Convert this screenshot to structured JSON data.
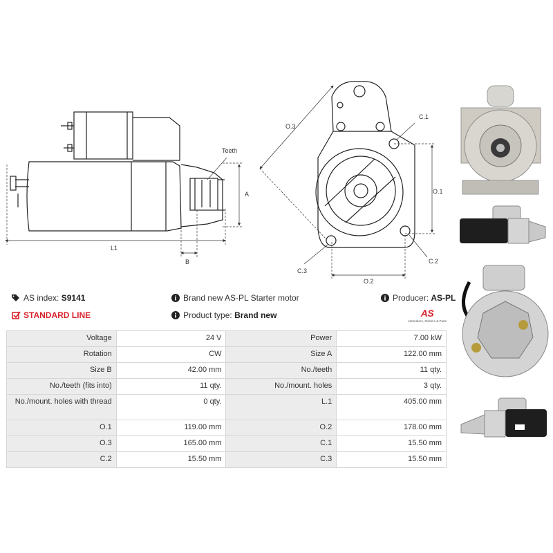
{
  "diagram": {
    "labels": {
      "teeth": "Teeth",
      "a": "A",
      "b": "B",
      "l1": "L1",
      "o1": "O.1",
      "o2": "O.2",
      "o3": "O.3",
      "c1": "C.1",
      "c2": "C.2",
      "c3": "C.3"
    }
  },
  "info": {
    "as_index_label": "AS index:",
    "as_index_value": "S9141",
    "description": "Brand new AS-PL Starter motor",
    "producer_label": "Producer:",
    "producer_value": "AS-PL",
    "standard_line": "STANDARD LINE",
    "product_type_label": "Product type:",
    "product_type_value": "Brand new"
  },
  "logo": {
    "mark": "AS",
    "tagline": "Alternators, Starters & Parts"
  },
  "specs": {
    "rows": [
      {
        "k1": "Voltage",
        "v1": "24 V",
        "k2": "Power",
        "v2": "7.00 kW"
      },
      {
        "k1": "Rotation",
        "v1": "CW",
        "k2": "Size A",
        "v2": "122.00 mm"
      },
      {
        "k1": "Size B",
        "v1": "42.00 mm",
        "k2": "No./teeth",
        "v2": "11 qty."
      },
      {
        "k1": "No./teeth (fits into)",
        "v1": "11 qty.",
        "k2": "No./mount. holes",
        "v2": "3 qty."
      },
      {
        "k1": "No./mount. holes with thread",
        "v1": "0 qty.",
        "k2": "L.1",
        "v2": "405.00 mm"
      },
      {
        "k1": "O.1",
        "v1": "119.00 mm",
        "k2": "O.2",
        "v2": "178.00 mm"
      },
      {
        "k1": "O.3",
        "v1": "165.00 mm",
        "k2": "C.1",
        "v2": "15.50 mm"
      },
      {
        "k1": "C.2",
        "v1": "15.50 mm",
        "k2": "C.3",
        "v2": "15.50 mm"
      }
    ]
  },
  "icons": [
    "tags-icon",
    "info-icon",
    "checkbox-icon"
  ],
  "colors": {
    "accent_red": "#d9232d",
    "label_cell": "#ececec",
    "border": "#d6d6d6"
  }
}
